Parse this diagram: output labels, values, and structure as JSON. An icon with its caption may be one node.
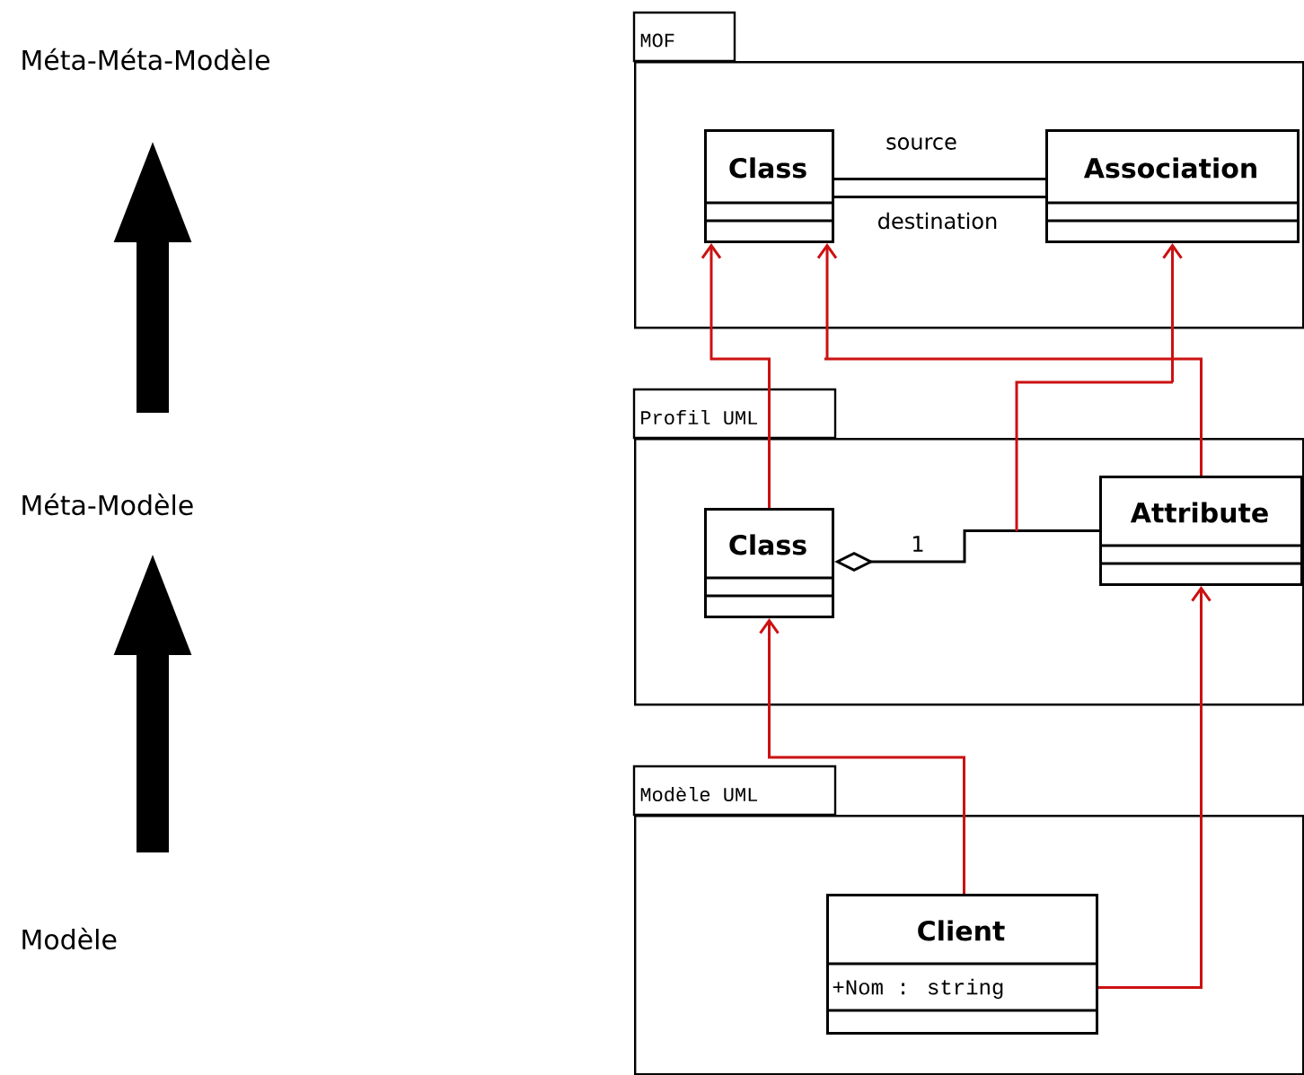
{
  "diagram": {
    "nodes": [
      {
        "text": [
          "Méta-Méta-Modèle"
        ]
      },
      {
        "text": [
          "Méta-Modèle"
        ]
      },
      {
        "text": [
          "Modèle"
        ]
      },
      {
        "text": [
          "MOF"
        ]
      },
      {
        "text": [
          "Class"
        ],
        "in": 3
      },
      {
        "text": [
          "Association"
        ],
        "in": 3
      },
      {
        "text": [
          "Profil UML"
        ]
      },
      {
        "text": [
          "Class"
        ],
        "in": 6
      },
      {
        "text": [
          "Attribute"
        ],
        "in": 6
      },
      {
        "text": [
          "Modèle UML"
        ]
      },
      {
        "text": [
          "Client",
          "+Nom : string"
        ],
        "in": 9
      }
    ],
    "edges": [
      {
        "from": 4,
        "to": 5,
        "arrow": "none",
        "label": "source"
      },
      {
        "from": 4,
        "to": 5,
        "arrow": "none",
        "label": "destination"
      },
      {
        "from": 8,
        "to": 7,
        "arrow": "other",
        "label": "1"
      },
      {
        "from": 7,
        "to": 4,
        "arrow": "to",
        "color": "#cc1111"
      },
      {
        "from": 8,
        "to": 4,
        "arrow": "to",
        "color": "#cc1111"
      },
      {
        "from": null,
        "to": 5,
        "arrow": "to",
        "color": "#cc1111"
      },
      {
        "from": 10,
        "to": 7,
        "arrow": "to",
        "color": "#cc1111"
      },
      {
        "from": 10,
        "to": 8,
        "arrow": "to",
        "color": "#cc1111"
      },
      {
        "from": 2,
        "to": 1,
        "arrow": "to",
        "style": "thick"
      },
      {
        "from": 1,
        "to": 0,
        "arrow": "to",
        "style": "thick"
      }
    ]
  }
}
